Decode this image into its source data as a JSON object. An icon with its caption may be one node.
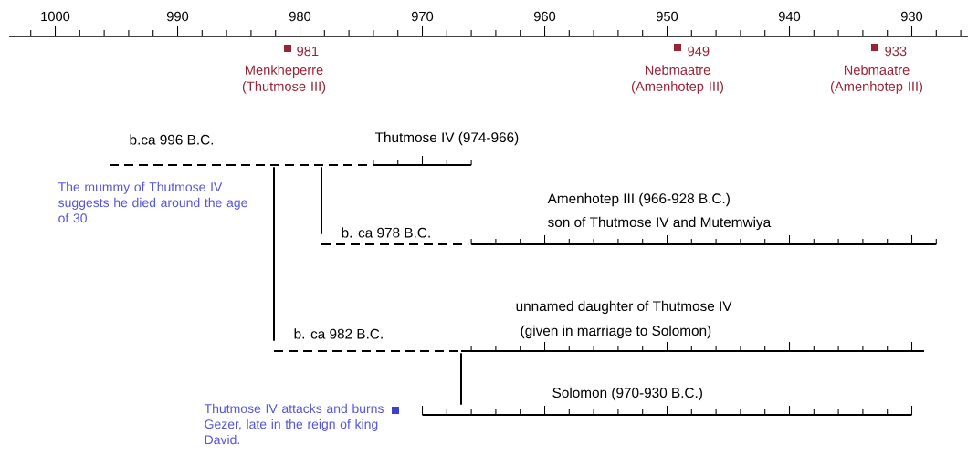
{
  "diagram": {
    "nodes": [
      {
        "text": [
          "b.ca 996 B.C.",
          "Thutmose IV (974-966)"
        ]
      },
      {
        "text": [
          "b. ca 978 B.C.",
          "Amenhotep III (966-928 B.C.)",
          "son of Thutmose IV and Mutemwiya"
        ]
      },
      {
        "text": [
          "b. ca 982 B.C.",
          "unnamed daughter of Thutmose IV",
          "(given in marriage to Solomon)"
        ]
      },
      {
        "text": [
          "Solomon (970-930 B.C.)"
        ]
      }
    ],
    "edges": [
      {
        "from": 0,
        "to": 1,
        "arrow": "none"
      },
      {
        "from": 0,
        "to": 2,
        "arrow": "none"
      },
      {
        "from": 2,
        "to": 3,
        "arrow": "none"
      }
    ],
    "labels": [
      "1000",
      "990",
      "980",
      "970",
      "960",
      "950",
      "940",
      "930",
      "981",
      "Menkheperre (Thutmose III)",
      "949",
      "Nebmaatre (Amenhotep III)",
      "933",
      "Nebmaatre (Amenhotep III)",
      "The mummy of Thutmose IV suggests he died around the age of 30.",
      "Thutmose IV attacks and burns Gezer, late in the reign of king David."
    ]
  }
}
